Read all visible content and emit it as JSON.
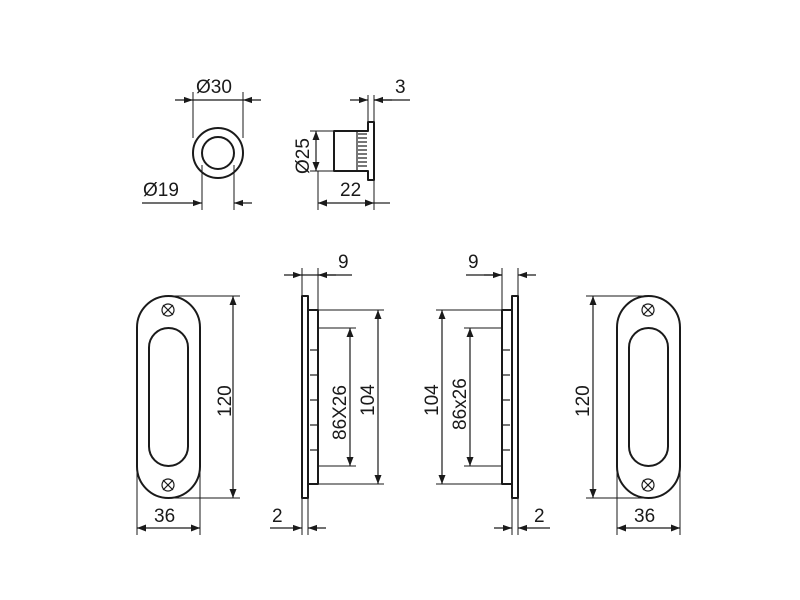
{
  "dimensions": {
    "knob_outer_diameter": "Ø30",
    "knob_inner_diameter": "Ø19",
    "knob_side_diameter": "Ø25",
    "knob_flange": "3",
    "knob_depth": "22",
    "left_plate_width": "36",
    "left_plate_height": "120",
    "left_side_flange": "9",
    "left_side_recess": "86X26",
    "left_side_height": "104",
    "left_side_thickness": "2",
    "right_side_flange": "9",
    "right_side_height": "104",
    "right_side_recess": "86x26",
    "right_side_thickness": "2",
    "right_plate_height": "120",
    "right_plate_width": "36"
  }
}
